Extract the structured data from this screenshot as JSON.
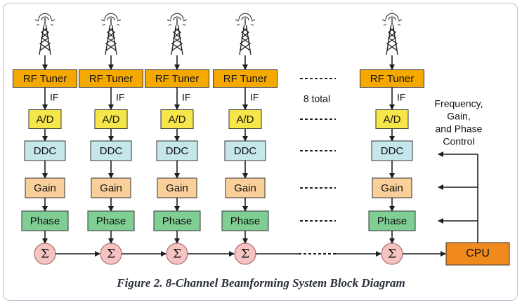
{
  "columns": [
    {
      "rf_label": "RF Tuner",
      "if_label": "IF",
      "ad_label": "A/D",
      "ddc_label": "DDC",
      "gain_label": "Gain",
      "phase_label": "Phase",
      "sum_symbol": "Σ"
    },
    {
      "rf_label": "RF Tuner",
      "if_label": "IF",
      "ad_label": "A/D",
      "ddc_label": "DDC",
      "gain_label": "Gain",
      "phase_label": "Phase",
      "sum_symbol": "Σ"
    },
    {
      "rf_label": "RF Tuner",
      "if_label": "IF",
      "ad_label": "A/D",
      "ddc_label": "DDC",
      "gain_label": "Gain",
      "phase_label": "Phase",
      "sum_symbol": "Σ"
    },
    {
      "rf_label": "RF Tuner",
      "if_label": "IF",
      "ad_label": "A/D",
      "ddc_label": "DDC",
      "gain_label": "Gain",
      "phase_label": "Phase",
      "sum_symbol": "Σ"
    },
    {
      "rf_label": "RF Tuner",
      "if_label": "IF",
      "ad_label": "A/D",
      "ddc_label": "DDC",
      "gain_label": "Gain",
      "phase_label": "Phase",
      "sum_symbol": "Σ"
    }
  ],
  "total_label": "8 total",
  "control_label": [
    "Frequency,",
    "Gain,",
    "and Phase",
    "Control"
  ],
  "cpu_label": "CPU",
  "caption": "Figure 2. 8-Channel Beamforming System Block Diagram",
  "colors": {
    "rf_tuner": "#f5a800",
    "ad": "#f7e64a",
    "ddc": "#c5e6ea",
    "gain": "#f9cf9a",
    "phase": "#7fcf94",
    "summer": "#f6c3c3",
    "cpu": "#f08a1c",
    "line": "#1e1e1e"
  }
}
